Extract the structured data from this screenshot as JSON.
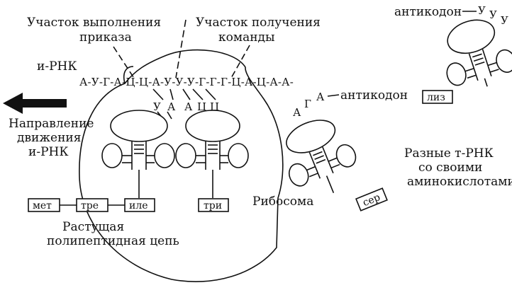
{
  "labels": {
    "execute_site": [
      "Участок выполнения",
      "приказа"
    ],
    "receive_site": [
      "Участок получения",
      "команды"
    ],
    "mrna": "и-РНК",
    "sequence": "А-У-Г-А-Ц-Ц-А-У-У-У-Г-Г-Г-Ц-А-Ц-А-А-",
    "direction": [
      "Направление",
      "движения",
      "и-РНК"
    ],
    "ribosome": "Рибосома",
    "growing_chain": [
      "Растущая",
      "полипептидная цепь"
    ],
    "different_trna": [
      "Разные т-РНК",
      "со своими",
      "аминокислотами"
    ],
    "anticodon": "антикодон"
  },
  "trna_left": {
    "anticodon": [
      "У",
      "А"
    ],
    "amino_acid": "иле"
  },
  "trna_center": {
    "anticodon": [
      "А",
      "Ц",
      "Ц"
    ],
    "amino_acid": "три"
  },
  "trna_middle": {
    "anticodon": [
      "А",
      "Г",
      "А"
    ],
    "amino_acid": "сер"
  },
  "trna_top_right": {
    "anticodon": [
      "У",
      "У",
      "У"
    ],
    "amino_acid": "лиз"
  },
  "peptide_chain": [
    "мет",
    "тре"
  ]
}
